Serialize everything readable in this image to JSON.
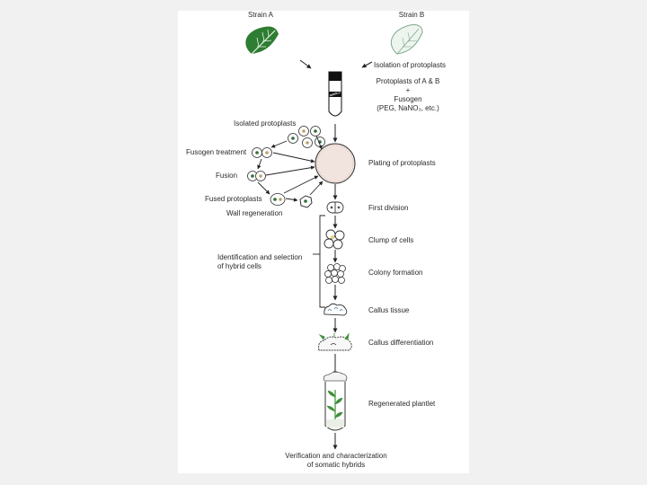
{
  "strains": {
    "a": "Strain A",
    "b": "Strain B"
  },
  "steps": {
    "isolation": "Isolation of protoplasts",
    "mix_line1": "Protoplasts of A & B",
    "mix_line2": "+",
    "mix_line3": "Fusogen",
    "mix_line4": "(PEG, NaNO₃, etc.)",
    "plating": "Plating of protoplasts",
    "first_division": "First division",
    "clump": "Clump of cells",
    "colony": "Colony formation",
    "callus": "Callus tissue",
    "callus_diff": "Callus differentiation",
    "plantlet": "Regenerated plantlet",
    "verify_line1": "Verification and characterization",
    "verify_line2": "of somatic hybrids"
  },
  "side_labels": {
    "isolated": "Isolated protoplasts",
    "fusogen_treatment": "Fusogen treatment",
    "fusion": "Fusion",
    "fused": "Fused protoplasts",
    "wall_regen": "Wall regeneration",
    "ident_line1": "Identification and selection",
    "ident_line2": "of hybrid cells"
  },
  "colors": {
    "leaf_a": "#2e7d32",
    "leaf_b": "#7fa98c",
    "nucleus": "#2e6b3a",
    "plant": "#3f8f3a"
  }
}
